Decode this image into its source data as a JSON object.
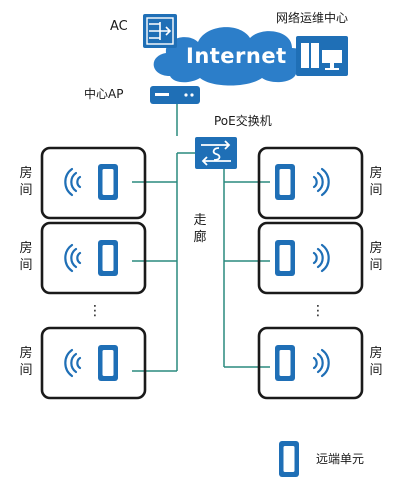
{
  "network": {
    "ac_label": "AC",
    "internet_label": "Internet",
    "ops_center_label": "网络运维中心",
    "central_ap_label": "中心AP",
    "poe_switch_label": "PoE交换机",
    "corridor_label": "走廊"
  },
  "rooms": {
    "room_label": "房间",
    "ellipsis": "⋮"
  },
  "legend": {
    "remote_unit_label": "远端单元"
  },
  "colors": {
    "blue": "#1f6fb6",
    "dark_blue": "#184f8f",
    "cloud": "#2c7ec9",
    "line": "#2a8a7e",
    "frame": "#1a1a1a"
  }
}
